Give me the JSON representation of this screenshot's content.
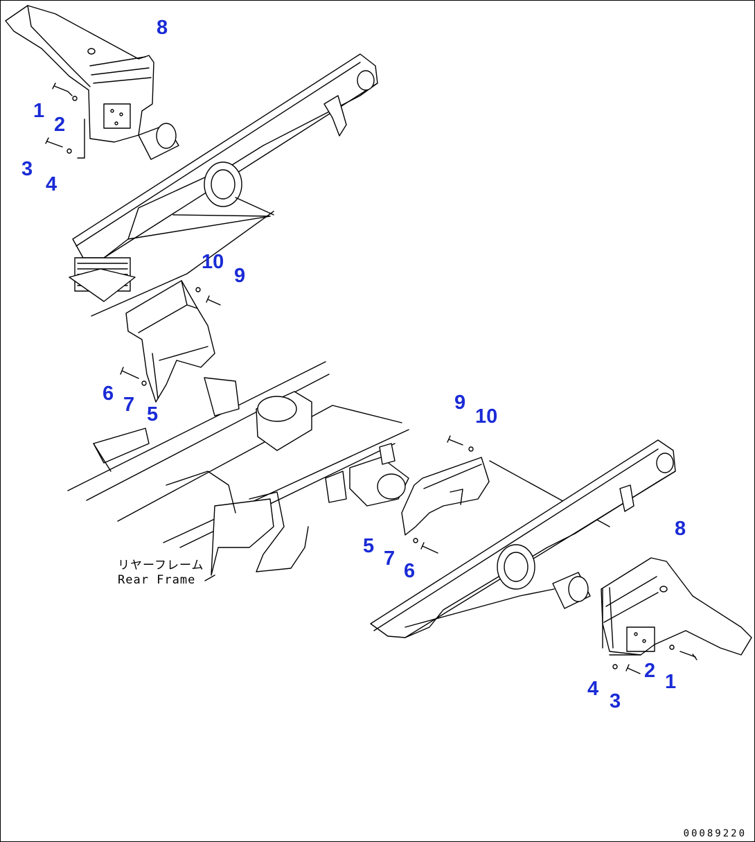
{
  "callouts": {
    "tl_8": "8",
    "tl_1": "1",
    "tl_2": "2",
    "tl_3": "3",
    "tl_4": "4",
    "ml_10": "10",
    "ml_9": "9",
    "ml_6": "6",
    "ml_7": "7",
    "ml_5": "5",
    "mr_9": "9",
    "mr_10": "10",
    "mr_5": "5",
    "mr_7": "7",
    "mr_6": "6",
    "br_8": "8",
    "br_2": "2",
    "br_1": "1",
    "br_4": "4",
    "br_3": "3"
  },
  "frame_label": {
    "japanese": "リヤーフレーム",
    "english": "Rear Frame"
  },
  "drawing_number": "00089220",
  "colors": {
    "callout": "#1a2bd6",
    "line": "#000000"
  }
}
